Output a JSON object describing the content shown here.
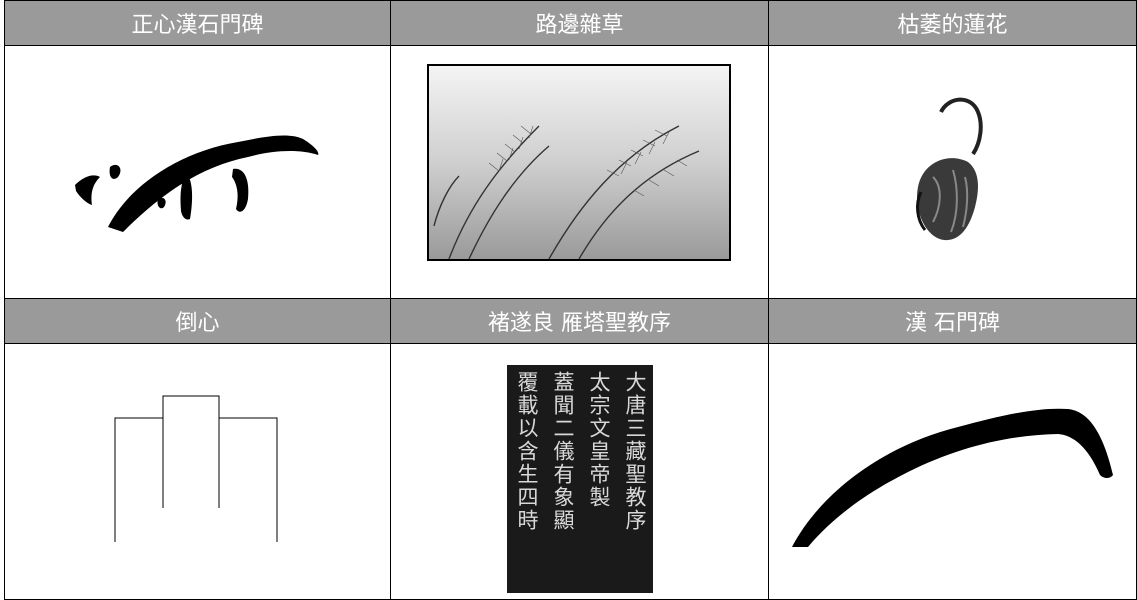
{
  "table": {
    "headers_row1": [
      "正心漢石門碑",
      "路邊雜草",
      "枯萎的蓮花"
    ],
    "headers_row2": [
      "倒心",
      "褚遂良  雁塔聖教序",
      "漢  石門碑"
    ]
  },
  "stele_columns": [
    "大唐三藏聖教序",
    "太宗文皇帝製",
    "蓋聞二儀有象顯",
    "覆載以含生四時"
  ],
  "colors": {
    "header_bg": "#9a9a9a",
    "header_text": "#ffffff",
    "ink": "#000000",
    "border": "#000000"
  }
}
